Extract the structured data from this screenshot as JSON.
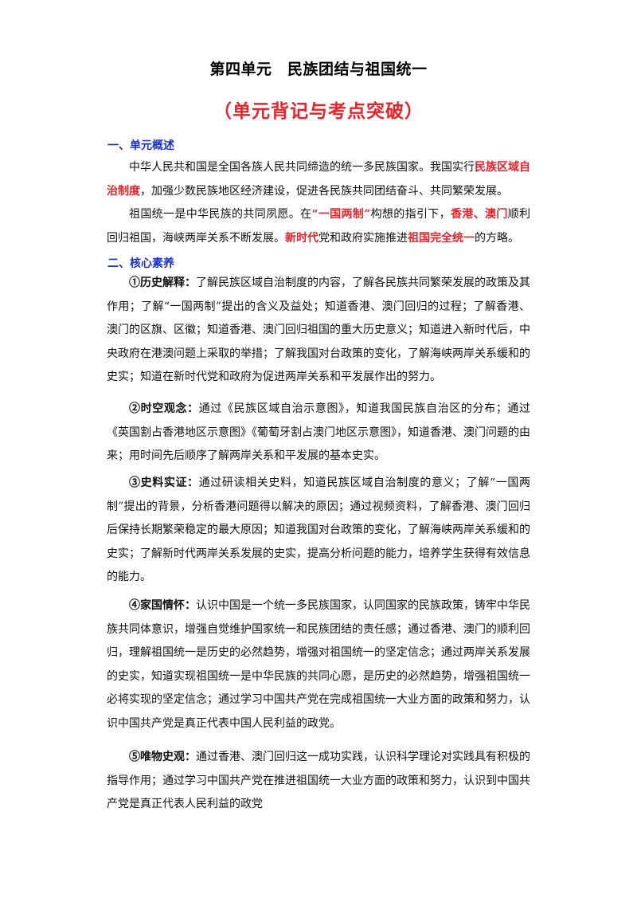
{
  "title": "第四单元　民族团结与祖国统一",
  "subtitle": "（单元背记与考点突破）",
  "section1": {
    "heading": "一、单元概述",
    "p1": {
      "a": "中华人民共和国是全国各族人民共同缔造的统一多民族国家。我国实行",
      "b": "民族区域自治制度",
      "c": "，加强少数民族地区经济建设，促进各民族共同团结奋斗、共同繁荣发展。"
    },
    "p2": {
      "a": "祖国统一是中华民族的共同夙愿。在",
      "b": "“一国两制”",
      "c": "构想的指引下，",
      "d": "香港、澳门",
      "e": "顺利回归祖国，海峡两岸关系不断发展。",
      "f": "新时代",
      "g": "党和政府实施推进",
      "h": "祖国完全统一",
      "i": "的方略。"
    }
  },
  "section2": {
    "heading": "二、核心素养",
    "items": [
      {
        "label": "①历史解释：",
        "text": "了解民族区域自治制度的内容，了解各民族共同繁荣发展的政策及其作用；了解“一国两制”提出的含义及益处；知道香港、澳门回归的过程；了解香港、澳门的区旗、区徽；知道香港、澳门回归祖国的重大历史意义；知道进入新时代后，中央政府在港澳问题上采取的举措；了解我国对台政策的变化，了解海峡两岸关系缓和的史实；知道在新时代党和政府为促进两岸关系和平发展作出的努力。"
      },
      {
        "label": "②时空观念：",
        "text": "通过《民族区域自治示意图》，知道我国民族自治区的分布；通过《英国割占香港地区示意图》《葡萄牙割占澳门地区示意图》，知道香港、澳门问题的由来；用时间先后顺序了解两岸关系和平发展的基本史实。"
      },
      {
        "label": "③史料实证：",
        "text": "通过研读相关史料，知道民族区域自治制度的意义；了解“一国两制”提出的背景，分析香港问题得以解决的原因；通过视频资料，了解香港、澳门回归后保持长期繁荣稳定的最大原因；知道我国对台政策的变化，了解海峡两岸关系缓和的史实；了解新时代两岸关系发展的史实，提高分析问题的能力，培养学生获得有效信息的能力。"
      },
      {
        "label": "④家国情怀：",
        "text": "认识中国是一个统一多民族国家，认同国家的民族政策，铸牢中华民族共同体意识，增强自觉维护国家统一和民族团结的责任感；通过香港、澳门的顺利回归，理解祖国统一是历史的必然趋势，增强对祖国统一的坚定信念；通过两岸关系发展的史实，知道实现祖国统一是中华民族的共同心愿，是历史的必然趋势，增强祖国统一必将实现的坚定信念；通过学习中国共产党在完成祖国统一大业方面的政策和努力，认识中国共产党是真正代表中国人民利益的政党。"
      },
      {
        "label": "⑤唯物史观：",
        "text": "通过香港、澳门回归这一成功实践，认识科学理论对实践具有积极的指导作用；通过学习中国共产党在推进祖国统一大业方面的政策和努力，认识到中国共产党是真正代表人民利益的政党"
      }
    ]
  },
  "colors": {
    "accent_red": "#e8232a",
    "heading_blue": "#1a2fd0"
  }
}
